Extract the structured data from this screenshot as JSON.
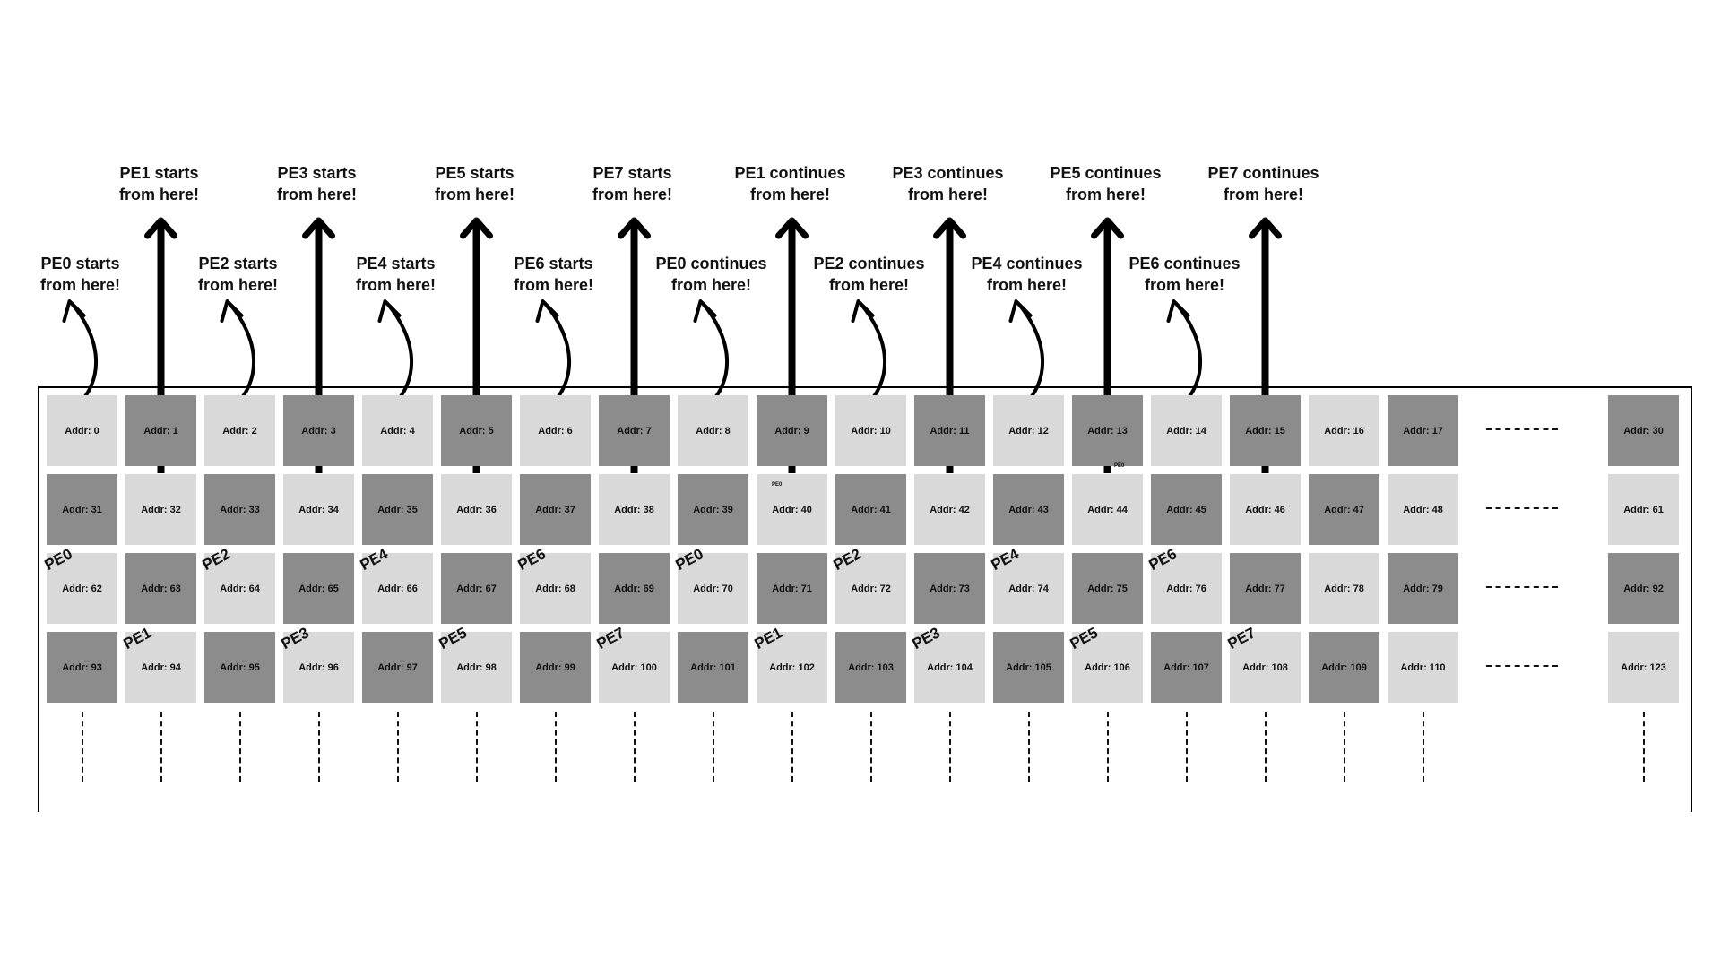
{
  "rows": [
    {
      "cells": [
        {
          "label": "Addr: 0",
          "shade": "light"
        },
        {
          "label": "Addr: 1",
          "shade": "dark"
        },
        {
          "label": "Addr: 2",
          "shade": "light"
        },
        {
          "label": "Addr: 3",
          "shade": "dark"
        },
        {
          "label": "Addr: 4",
          "shade": "light"
        },
        {
          "label": "Addr: 5",
          "shade": "dark"
        },
        {
          "label": "Addr: 6",
          "shade": "light"
        },
        {
          "label": "Addr: 7",
          "shade": "dark"
        },
        {
          "label": "Addr: 8",
          "shade": "light"
        },
        {
          "label": "Addr: 9",
          "shade": "dark"
        },
        {
          "label": "Addr: 10",
          "shade": "light"
        },
        {
          "label": "Addr: 11",
          "shade": "dark"
        },
        {
          "label": "Addr: 12",
          "shade": "light"
        },
        {
          "label": "Addr: 13",
          "shade": "dark"
        },
        {
          "label": "Addr: 14",
          "shade": "light"
        },
        {
          "label": "Addr: 15",
          "shade": "dark"
        },
        {
          "label": "Addr: 16",
          "shade": "light"
        },
        {
          "label": "Addr: 17",
          "shade": "dark"
        }
      ],
      "last": {
        "label": "Addr: 30",
        "shade": "dark"
      }
    },
    {
      "cells": [
        {
          "label": "Addr: 31",
          "shade": "dark"
        },
        {
          "label": "Addr: 32",
          "shade": "light"
        },
        {
          "label": "Addr: 33",
          "shade": "dark"
        },
        {
          "label": "Addr: 34",
          "shade": "light"
        },
        {
          "label": "Addr: 35",
          "shade": "dark"
        },
        {
          "label": "Addr: 36",
          "shade": "light"
        },
        {
          "label": "Addr: 37",
          "shade": "dark"
        },
        {
          "label": "Addr: 38",
          "shade": "light"
        },
        {
          "label": "Addr: 39",
          "shade": "dark"
        },
        {
          "label": "Addr: 40",
          "shade": "light"
        },
        {
          "label": "Addr: 41",
          "shade": "dark"
        },
        {
          "label": "Addr: 42",
          "shade": "light"
        },
        {
          "label": "Addr: 43",
          "shade": "dark"
        },
        {
          "label": "Addr: 44",
          "shade": "light"
        },
        {
          "label": "Addr: 45",
          "shade": "dark"
        },
        {
          "label": "Addr: 46",
          "shade": "light"
        },
        {
          "label": "Addr: 47",
          "shade": "dark"
        },
        {
          "label": "Addr: 48",
          "shade": "light"
        }
      ],
      "last": {
        "label": "Addr: 61",
        "shade": "light"
      }
    },
    {
      "cells": [
        {
          "label": "Addr: 62",
          "shade": "light",
          "pe": "PE0"
        },
        {
          "label": "Addr: 63",
          "shade": "dark"
        },
        {
          "label": "Addr: 64",
          "shade": "light",
          "pe": "PE2"
        },
        {
          "label": "Addr: 65",
          "shade": "dark"
        },
        {
          "label": "Addr: 66",
          "shade": "light",
          "pe": "PE4"
        },
        {
          "label": "Addr: 67",
          "shade": "dark"
        },
        {
          "label": "Addr: 68",
          "shade": "light",
          "pe": "PE6"
        },
        {
          "label": "Addr: 69",
          "shade": "dark"
        },
        {
          "label": "Addr: 70",
          "shade": "light",
          "pe": "PE0"
        },
        {
          "label": "Addr: 71",
          "shade": "dark"
        },
        {
          "label": "Addr: 72",
          "shade": "light",
          "pe": "PE2"
        },
        {
          "label": "Addr: 73",
          "shade": "dark"
        },
        {
          "label": "Addr: 74",
          "shade": "light",
          "pe": "PE4"
        },
        {
          "label": "Addr: 75",
          "shade": "dark"
        },
        {
          "label": "Addr: 76",
          "shade": "light",
          "pe": "PE6"
        },
        {
          "label": "Addr: 77",
          "shade": "dark"
        },
        {
          "label": "Addr: 78",
          "shade": "light"
        },
        {
          "label": "Addr: 79",
          "shade": "dark"
        }
      ],
      "last": {
        "label": "Addr: 92",
        "shade": "dark"
      }
    },
    {
      "cells": [
        {
          "label": "Addr: 93",
          "shade": "dark"
        },
        {
          "label": "Addr: 94",
          "shade": "light",
          "pe": "PE1"
        },
        {
          "label": "Addr: 95",
          "shade": "dark"
        },
        {
          "label": "Addr: 96",
          "shade": "light",
          "pe": "PE3"
        },
        {
          "label": "Addr: 97",
          "shade": "dark"
        },
        {
          "label": "Addr: 98",
          "shade": "light",
          "pe": "PE5"
        },
        {
          "label": "Addr: 99",
          "shade": "dark"
        },
        {
          "label": "Addr: 100",
          "shade": "light",
          "pe": "PE7"
        },
        {
          "label": "Addr: 101",
          "shade": "dark"
        },
        {
          "label": "Addr: 102",
          "shade": "light",
          "pe": "PE1"
        },
        {
          "label": "Addr: 103",
          "shade": "dark"
        },
        {
          "label": "Addr: 104",
          "shade": "light",
          "pe": "PE3"
        },
        {
          "label": "Addr: 105",
          "shade": "dark"
        },
        {
          "label": "Addr: 106",
          "shade": "light",
          "pe": "PE5"
        },
        {
          "label": "Addr: 107",
          "shade": "dark"
        },
        {
          "label": "Addr: 108",
          "shade": "light",
          "pe": "PE7"
        },
        {
          "label": "Addr: 109",
          "shade": "dark"
        },
        {
          "label": "Addr: 110",
          "shade": "light"
        }
      ],
      "last": {
        "label": "Addr: 123",
        "shade": "light"
      }
    }
  ],
  "small_pe_labels": [
    "PE0",
    "PE0"
  ],
  "annotations_even": [
    {
      "line1": "PE0 starts",
      "line2": "from here!"
    },
    {
      "line1": "PE2 starts",
      "line2": "from here!"
    },
    {
      "line1": "PE4 starts",
      "line2": "from here!"
    },
    {
      "line1": "PE6 starts",
      "line2": "from here!"
    },
    {
      "line1": "PE0 continues",
      "line2": "from here!"
    },
    {
      "line1": "PE2 continues",
      "line2": "from here!"
    },
    {
      "line1": "PE4 continues",
      "line2": "from here!"
    },
    {
      "line1": "PE6 continues",
      "line2": "from here!"
    }
  ],
  "annotations_odd": [
    {
      "line1": "PE1 starts",
      "line2": "from here!"
    },
    {
      "line1": "PE3 starts",
      "line2": "from here!"
    },
    {
      "line1": "PE5 starts",
      "line2": "from here!"
    },
    {
      "line1": "PE7 starts",
      "line2": "from here!"
    },
    {
      "line1": "PE1 continues",
      "line2": "from here!"
    },
    {
      "line1": "PE3 continues",
      "line2": "from here!"
    },
    {
      "line1": "PE5 continues",
      "line2": "from here!"
    },
    {
      "line1": "PE7 continues",
      "line2": "from here!"
    }
  ],
  "colors": {
    "light": "#d9d9d9",
    "dark": "#8c8c8c",
    "ink": "#000000"
  }
}
